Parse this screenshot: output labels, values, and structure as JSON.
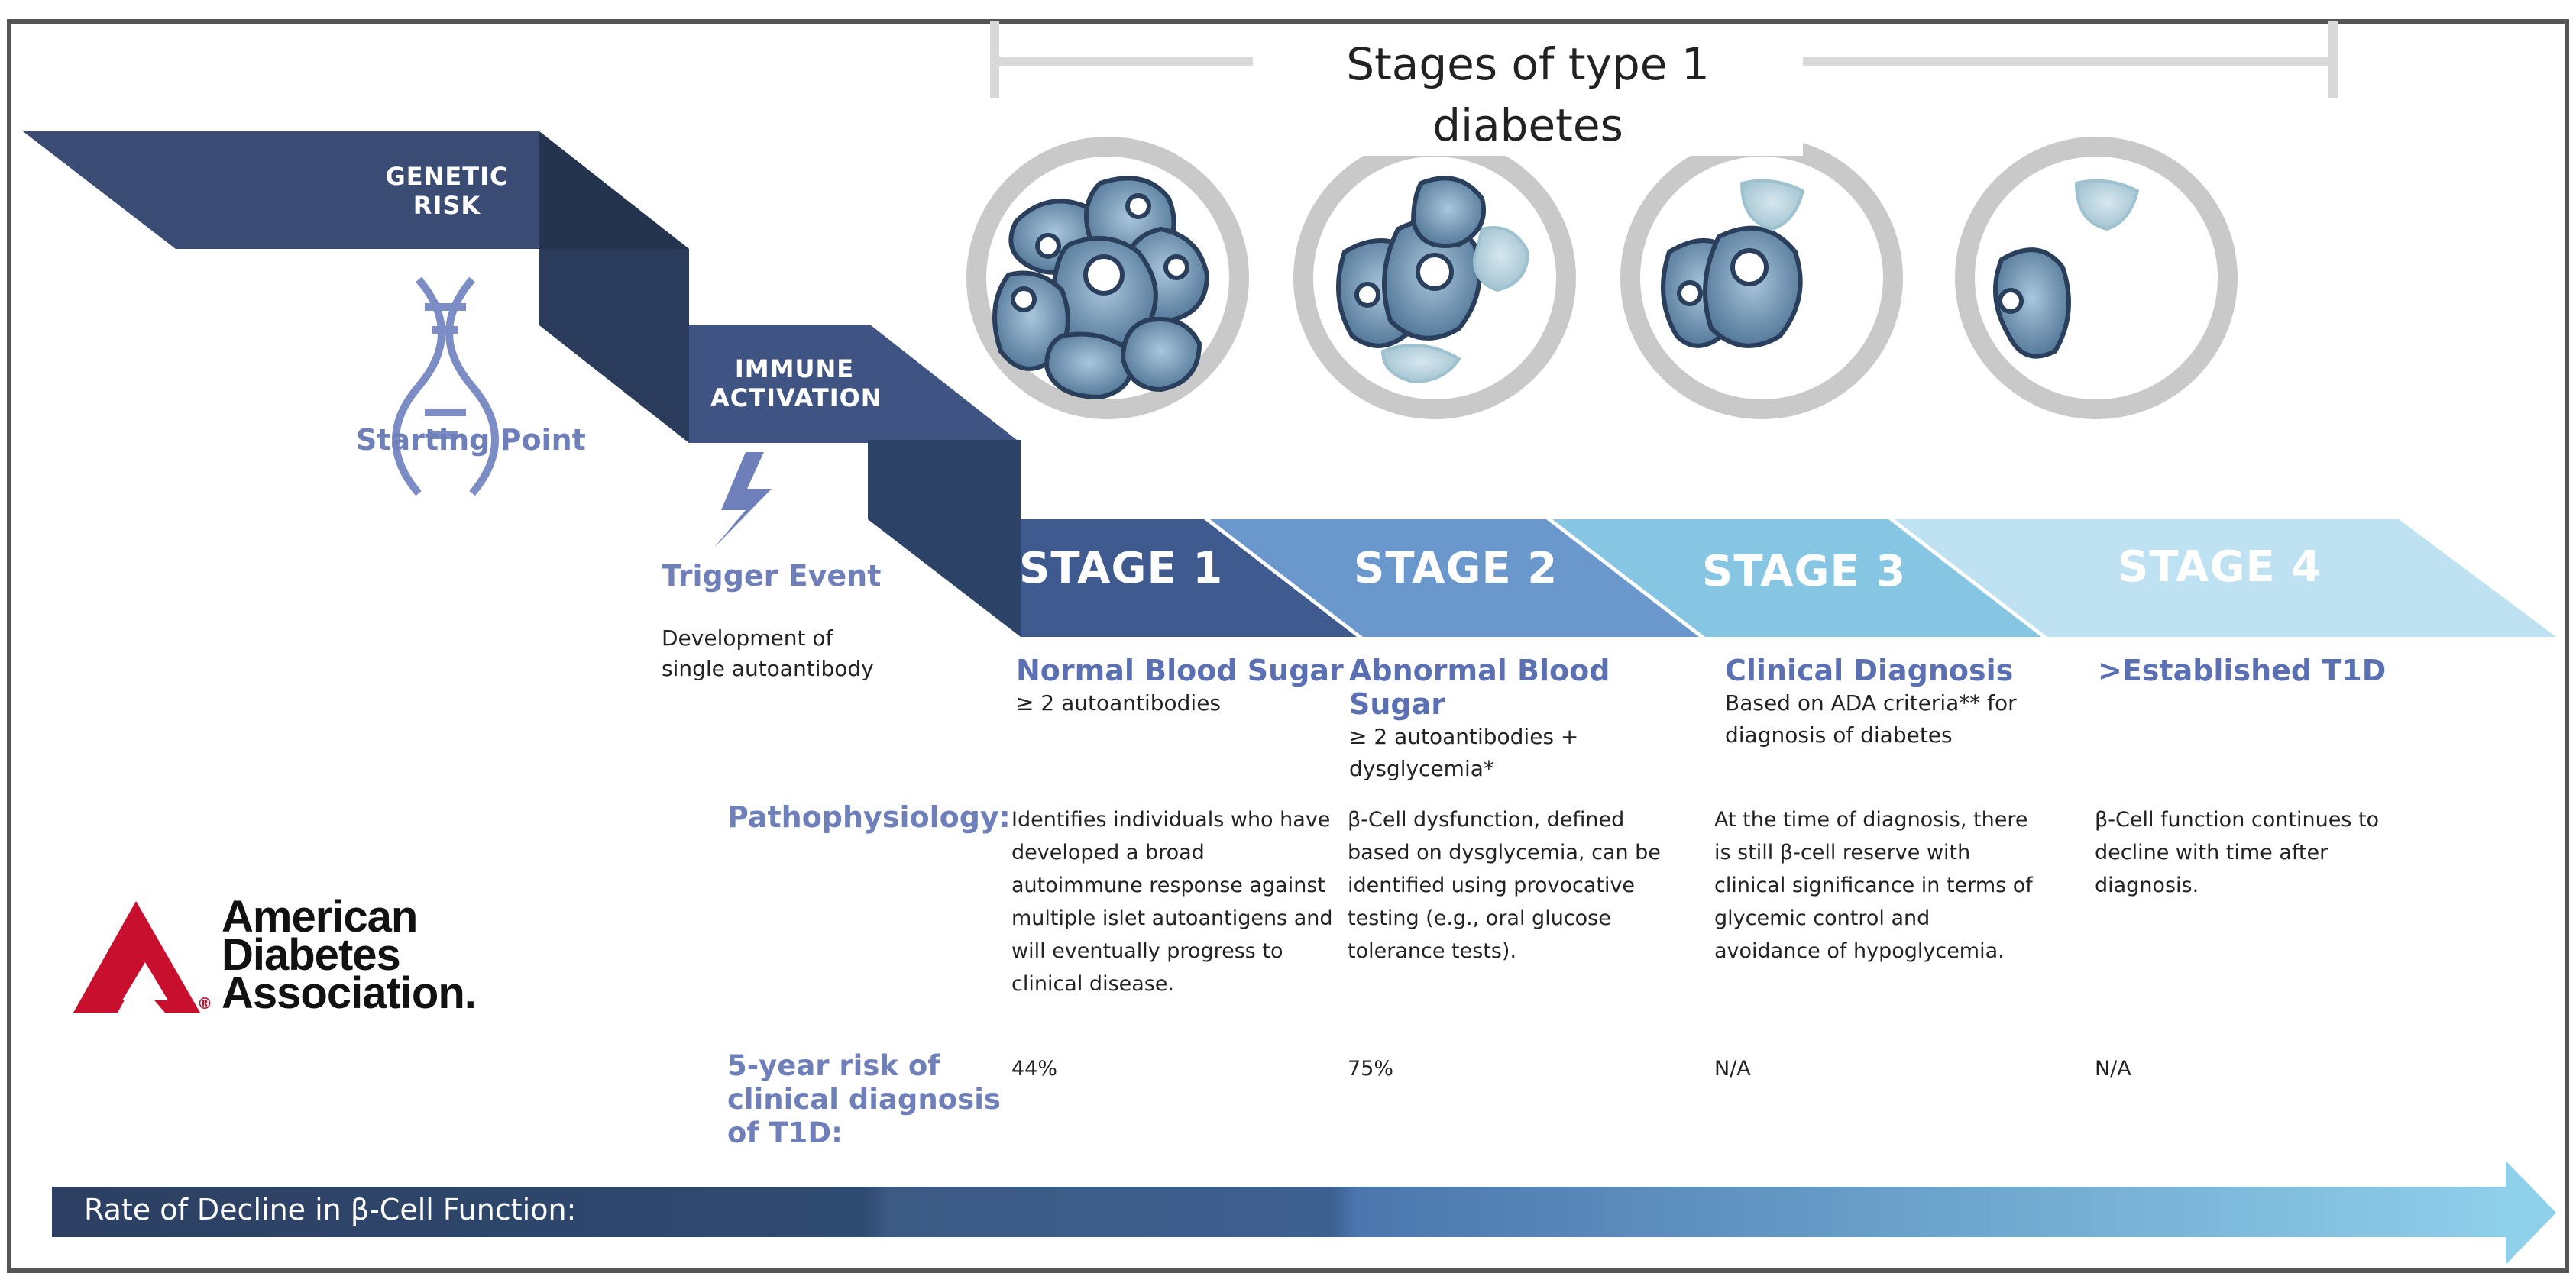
{
  "header": {
    "title": "Stages of type 1 diabetes"
  },
  "ribbon": {
    "genetic_risk": "GENETIC\nRISK",
    "immune_activation": "IMMUNE\nACTIVATION"
  },
  "starting_point": {
    "label": "Starting Point",
    "icon": "dna-icon"
  },
  "trigger": {
    "label": "Trigger Event",
    "icon": "lightning-icon",
    "description": "Development of\nsingle autoantibody"
  },
  "stages": [
    {
      "label": "STAGE 1",
      "title": "Normal Blood Sugar",
      "subtitle": "≥ 2 autoantibodies",
      "pathophysiology": "Identifies individuals who have\ndeveloped a broad\nautoimmune response against\nmultiple islet autoantigens and\nwill eventually progress to\nclinical disease.",
      "risk": "44%",
      "color": "#3f5a8e"
    },
    {
      "label": "STAGE 2",
      "title": "Abnormal Blood Sugar",
      "subtitle": "≥ 2 autoantibodies + dysglycemia*",
      "pathophysiology": "β-Cell dysfunction, defined\nbased on dysglycemia, can be\nidentified using provocative\ntesting (e.g., oral glucose\ntolerance tests).",
      "risk": "75%",
      "color": "#6b9bd0"
    },
    {
      "label": "STAGE 3",
      "title": "Clinical Diagnosis",
      "subtitle": "Based on ADA criteria**  for\ndiagnosis of diabetes",
      "pathophysiology": "At the time of diagnosis, there\nis still β-cell reserve with\nclinical significance in terms of\nglycemic control and\navoidance of hypoglycemia.",
      "risk": "N/A",
      "color": "#8ccbe6"
    },
    {
      "label": "STAGE 4",
      "title": ">Established T1D",
      "subtitle": "",
      "pathophysiology": "β-Cell function continues to\ndecline with time after\ndiagnosis.",
      "risk": "N/A",
      "color": "#bfe2f2"
    }
  ],
  "rows": {
    "pathophysiology_label": "Pathophysiology:",
    "risk_label": "5-year risk of\nclinical diagnosis\nof T1D:"
  },
  "decline_bar": {
    "label": "Rate of Decline in β-Cell Function:"
  },
  "logo": {
    "text_line1": "American",
    "text_line2": "Diabetes",
    "text_line3": "Association.",
    "registered": "®",
    "brand_color": "#c8102e"
  },
  "colors": {
    "navy": "#2f4268",
    "ribbon_dark": "#3a4c74",
    "ribbon_fold": "#24344f",
    "accent_text": "#6e7fba",
    "circle_gray": "#c9c9c9",
    "cell_fill": "#7fa6c4",
    "cell_stroke": "#2a3f5c"
  }
}
